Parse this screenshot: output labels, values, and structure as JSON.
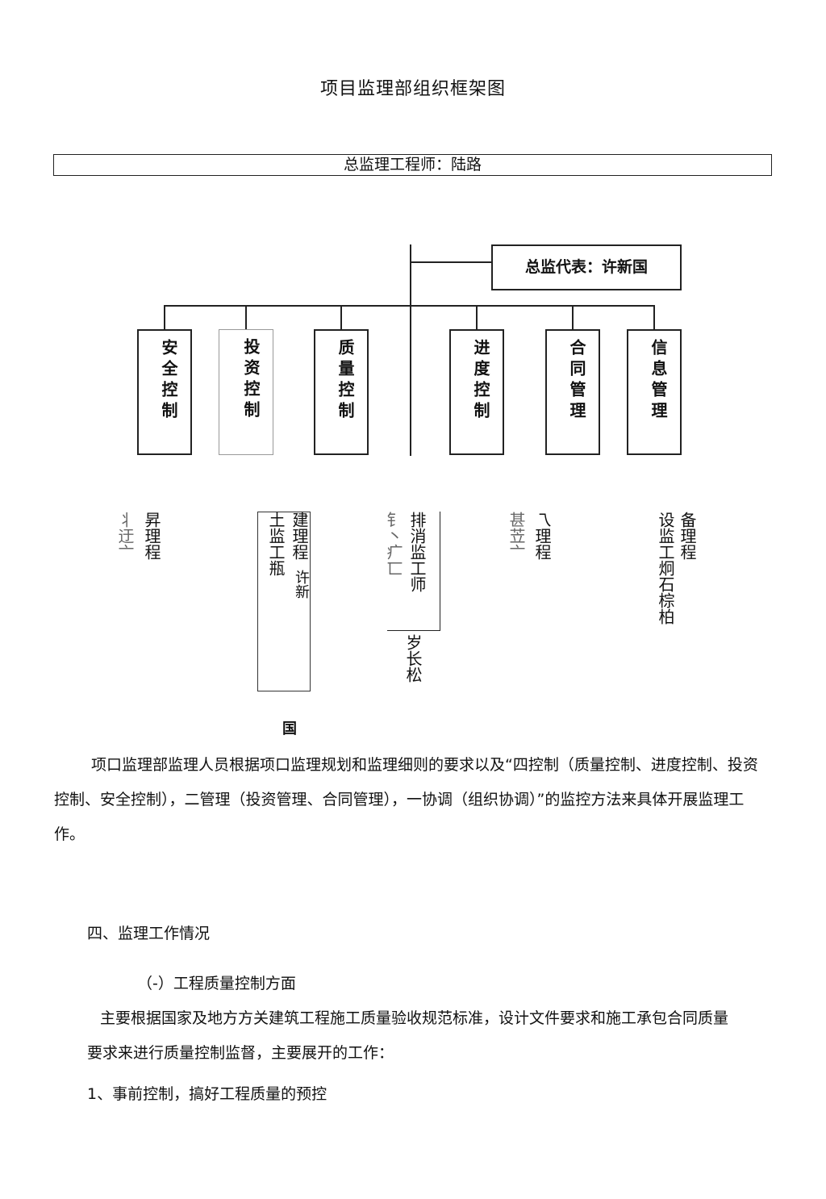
{
  "doc": {
    "title": "项目监理部组织框架图",
    "chief": "总监理工程师：陆路",
    "deputy": "总监代表：许新国",
    "departments": [
      {
        "label": "安全控制"
      },
      {
        "label": "投资控制"
      },
      {
        "label": "质量控制"
      },
      {
        "label": "进度控制"
      },
      {
        "label": "合同管理"
      },
      {
        "label": "信息管理"
      }
    ],
    "fragments": {
      "f1": "昇理程",
      "f2": "建理程",
      "f3": "土监工瓶",
      "f4": "许新",
      "f5": "排消监工师",
      "f6": "岁长松",
      "f7": "乁理程",
      "f8": "备理程",
      "f9": "设监工炯石棕柏",
      "g1": "丬迂亠",
      "g2": "钅丶疒匸",
      "g3": "甚苙亠",
      "guo": "国"
    },
    "paragraph1": "项口监理部监理人员根据项口监理规划和监理细则的要求以及“四控制（质量控制、进度控制、投资控制、安全控制），二管理（投资管理、合同管理），一协调（组织协调）”的监控方法来具体开展监理工作。",
    "section4": "四、监理工作情况",
    "subsection1": "（-）工程质量控制方面",
    "paragraph2": "主要根据国家及地方方关建筑工程施工质量验收规范标准，设计文件要求和施工承包合同质量要求来进行质量控制监督，主要展开的工作：",
    "item1": "1、事前控制，搞好工程质量的预控"
  }
}
